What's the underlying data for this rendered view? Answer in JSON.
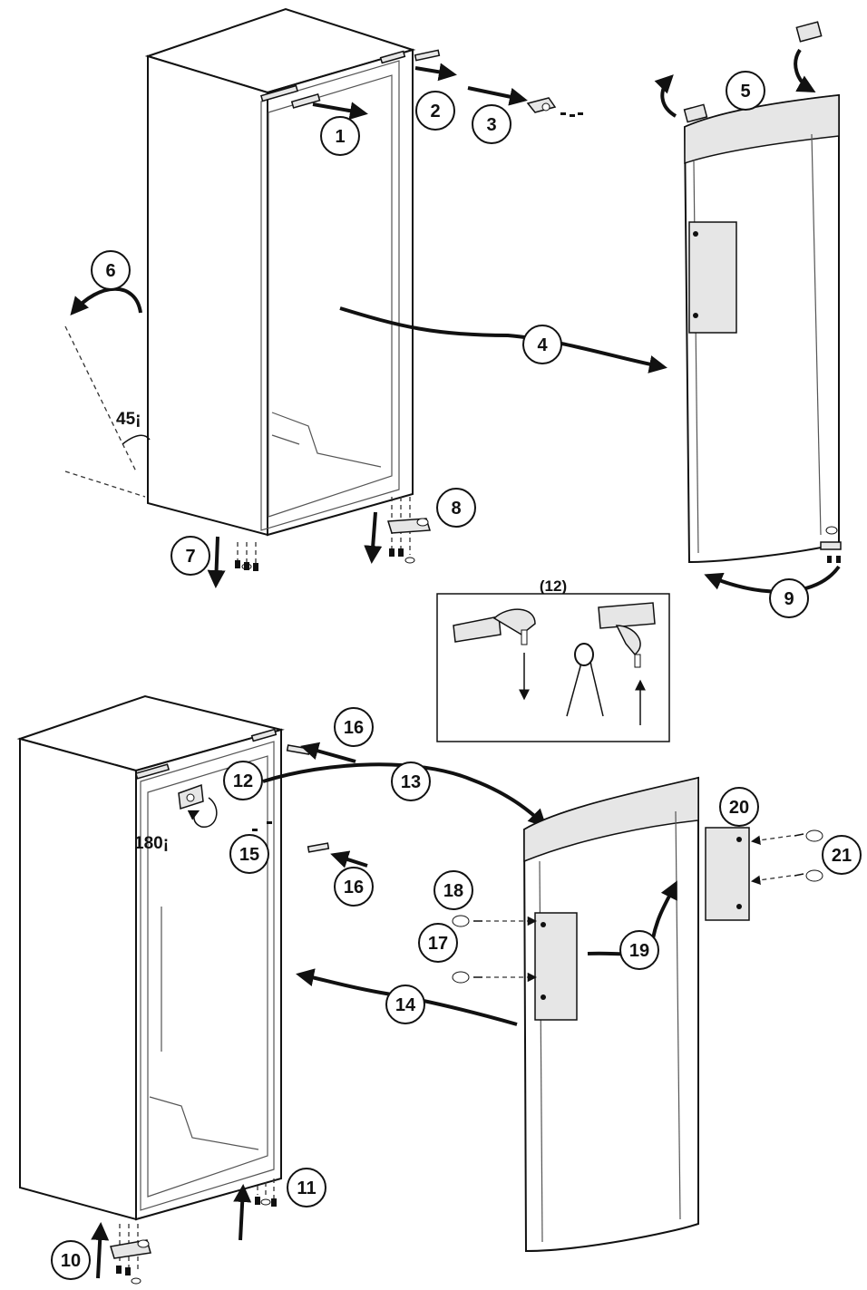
{
  "steps": {
    "s1": "1",
    "s2": "2",
    "s3": "3",
    "s4": "4",
    "s5": "5",
    "s6": "6",
    "s7": "7",
    "s8": "8",
    "s9": "9",
    "s10": "10",
    "s11": "11",
    "s12": "12",
    "s12box": "(12)",
    "s13": "13",
    "s14": "14",
    "s15": "15",
    "s16a": "16",
    "s16b": "16",
    "s17": "17",
    "s18": "18",
    "s19": "19",
    "s20": "20",
    "s21": "21"
  },
  "angles": {
    "tilt": "45¡",
    "rotate": "180¡"
  }
}
